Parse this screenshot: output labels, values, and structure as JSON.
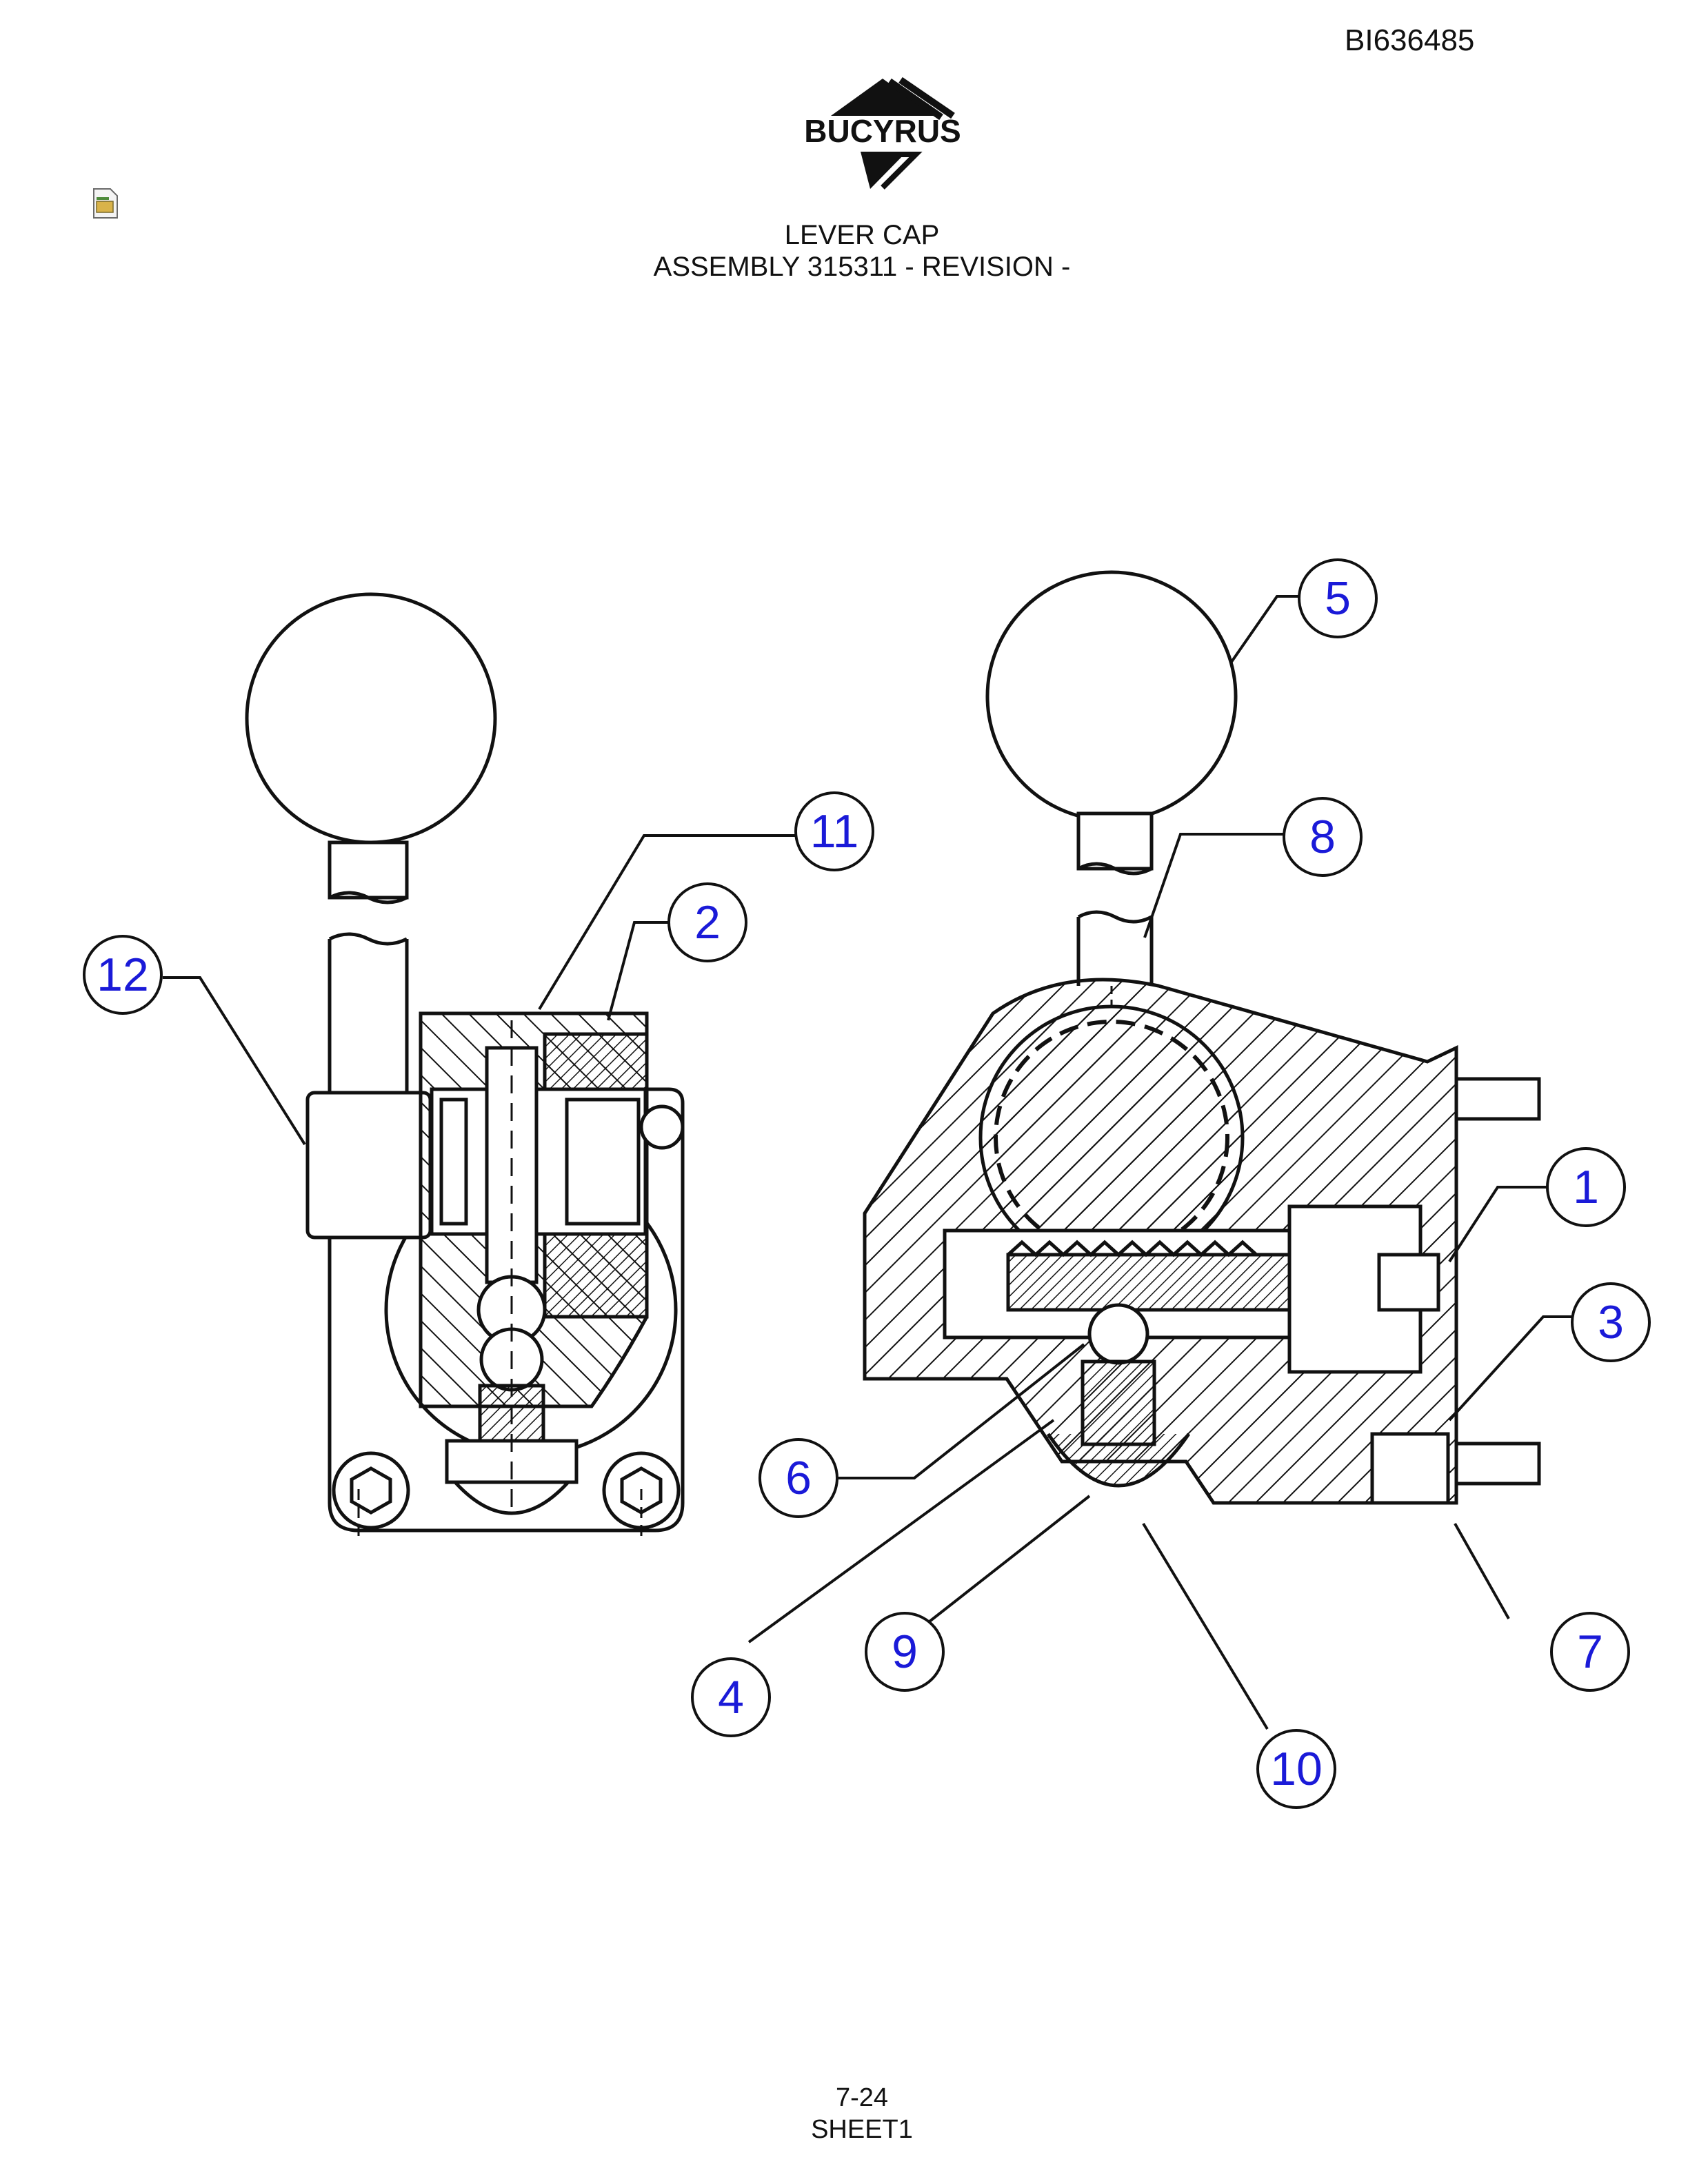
{
  "doc_id": "BI636485",
  "logo_text": "BUCYRUS",
  "title_line1": "LEVER CAP",
  "title_line2": "ASSEMBLY 315311 - REVISION -",
  "footer_page": "7-24",
  "footer_sheet": "SHEET1",
  "callouts": [
    "1",
    "2",
    "3",
    "4",
    "5",
    "6",
    "7",
    "8",
    "9",
    "10",
    "11",
    "12"
  ],
  "colors": {
    "callout": "#1a1ad8",
    "line": "#111111"
  },
  "icons": [
    "bucyrus-logo",
    "document-icon"
  ]
}
